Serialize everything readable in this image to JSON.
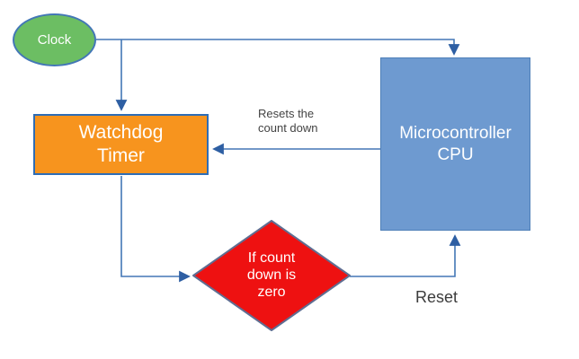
{
  "diagram": {
    "type": "flowchart",
    "nodes": {
      "clock": {
        "label": "Clock",
        "shape": "ellipse",
        "fill": "#6CBE63",
        "border": "#4377B6",
        "text_color": "#FFFFFF"
      },
      "watchdog": {
        "label": "Watchdog Timer",
        "shape": "rectangle",
        "fill": "#F7941E",
        "border": "#2E6DB5",
        "text_color": "#FFFFFF"
      },
      "cpu": {
        "label": "Microcontroller CPU",
        "shape": "rectangle",
        "fill": "#6E9AD0",
        "border": "#4E7FB8",
        "text_color": "#FFFFFF"
      },
      "decision": {
        "label": "If count down is zero",
        "shape": "diamond",
        "fill": "#EE1111",
        "border": "#5F6E92",
        "text_color": "#FFFFFF"
      }
    },
    "edge_labels": {
      "resets": "Resets the count down",
      "reset": "Reset"
    },
    "edges": [
      {
        "from": "clock",
        "to": "cpu"
      },
      {
        "from": "clock",
        "to": "watchdog"
      },
      {
        "from": "cpu",
        "to": "watchdog",
        "label": "Resets the count down"
      },
      {
        "from": "watchdog",
        "to": "decision"
      },
      {
        "from": "decision",
        "to": "cpu",
        "label": "Reset"
      }
    ],
    "connector_color": "#4377B6",
    "arrowhead_color": "#2E5FA3"
  }
}
